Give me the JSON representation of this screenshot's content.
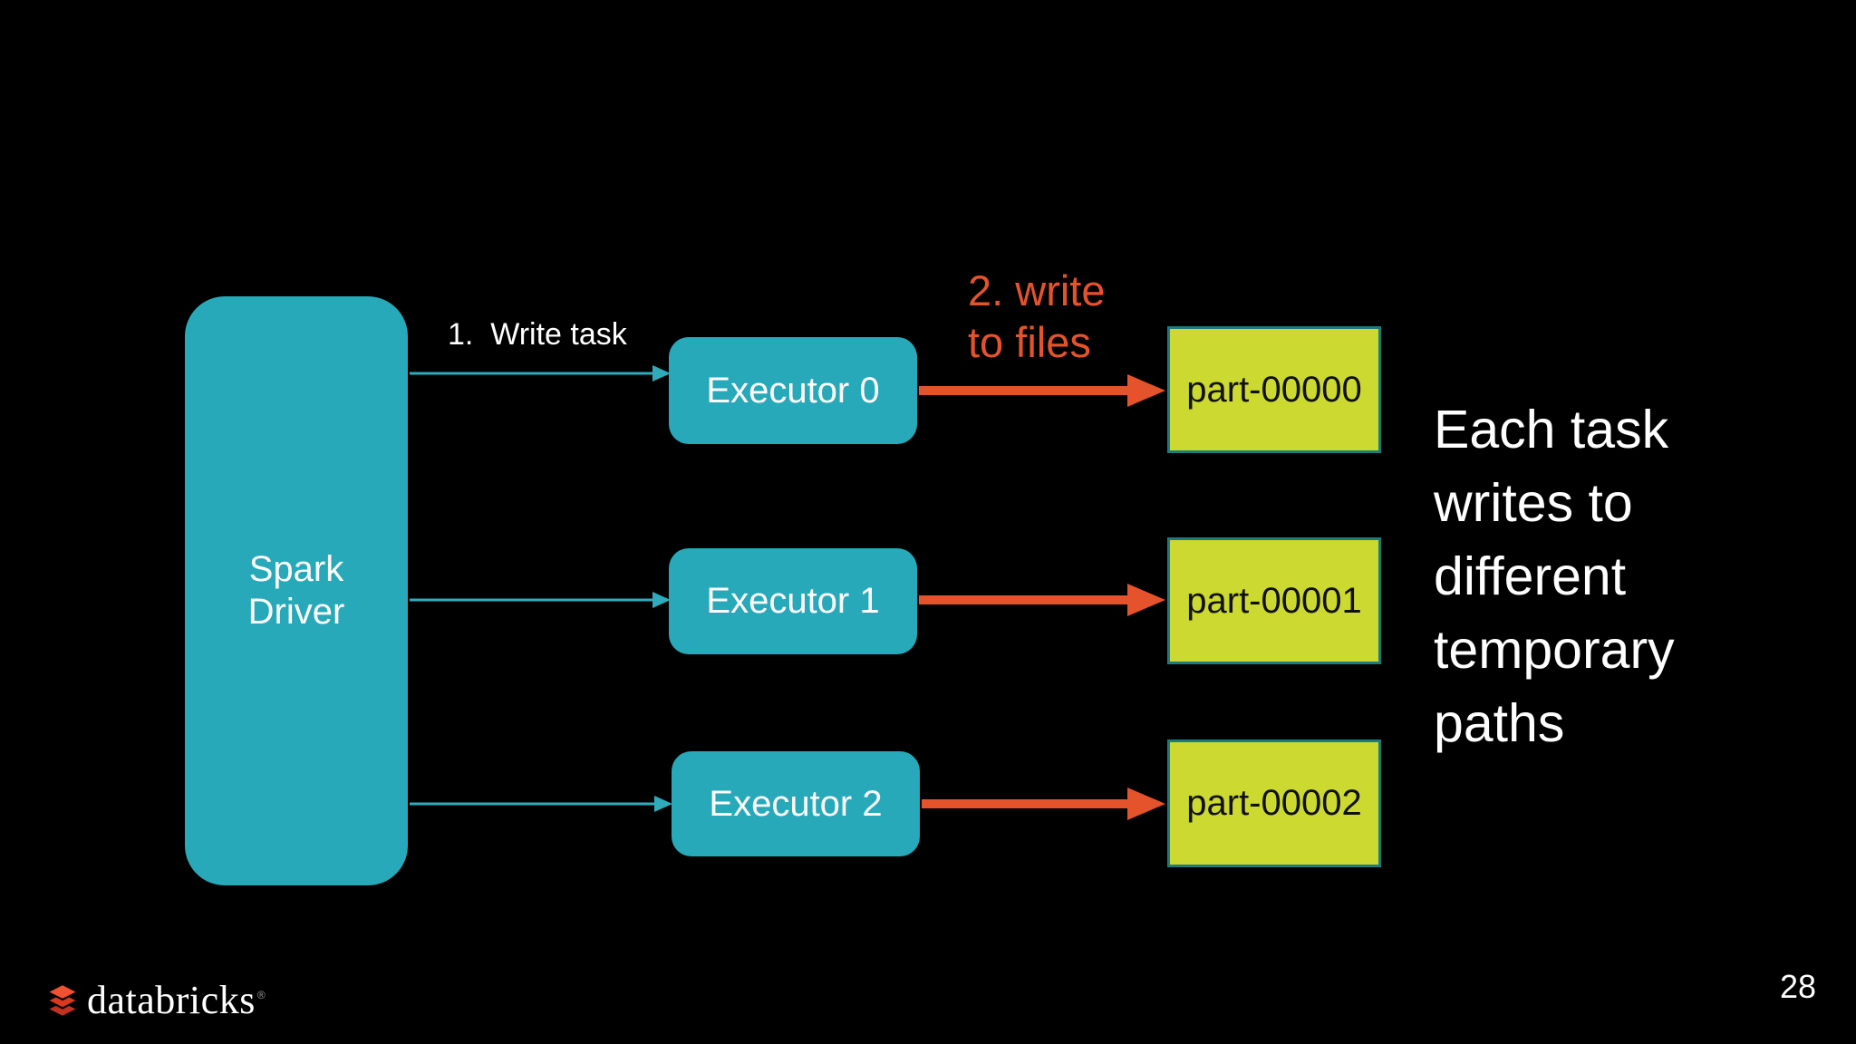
{
  "colors": {
    "background": "#000000",
    "box_teal": "#27a9ba",
    "arrow_teal": "#2fabbc",
    "part_fill": "#ccd930",
    "part_border": "#1f7a80",
    "orange": "#e4532b",
    "text_white": "#ffffff",
    "part_text": "#101010"
  },
  "diagram": {
    "driver": {
      "label": "Spark\nDriver"
    },
    "executors": [
      {
        "label": "Executor 0"
      },
      {
        "label": "Executor 1"
      },
      {
        "label": "Executor 2"
      }
    ],
    "part_files": [
      {
        "label": "part-00000"
      },
      {
        "label": "part-00001"
      },
      {
        "label": "part-00002"
      }
    ],
    "annotations": {
      "step1": "1.  Write task",
      "step2": "2. write\nto files"
    }
  },
  "side_note": {
    "text": "Each task\nwrites to\ndifferent\ntemporary\npaths"
  },
  "footer": {
    "logo_text": "databricks",
    "logo_trademark": "®",
    "page_number": "28"
  }
}
